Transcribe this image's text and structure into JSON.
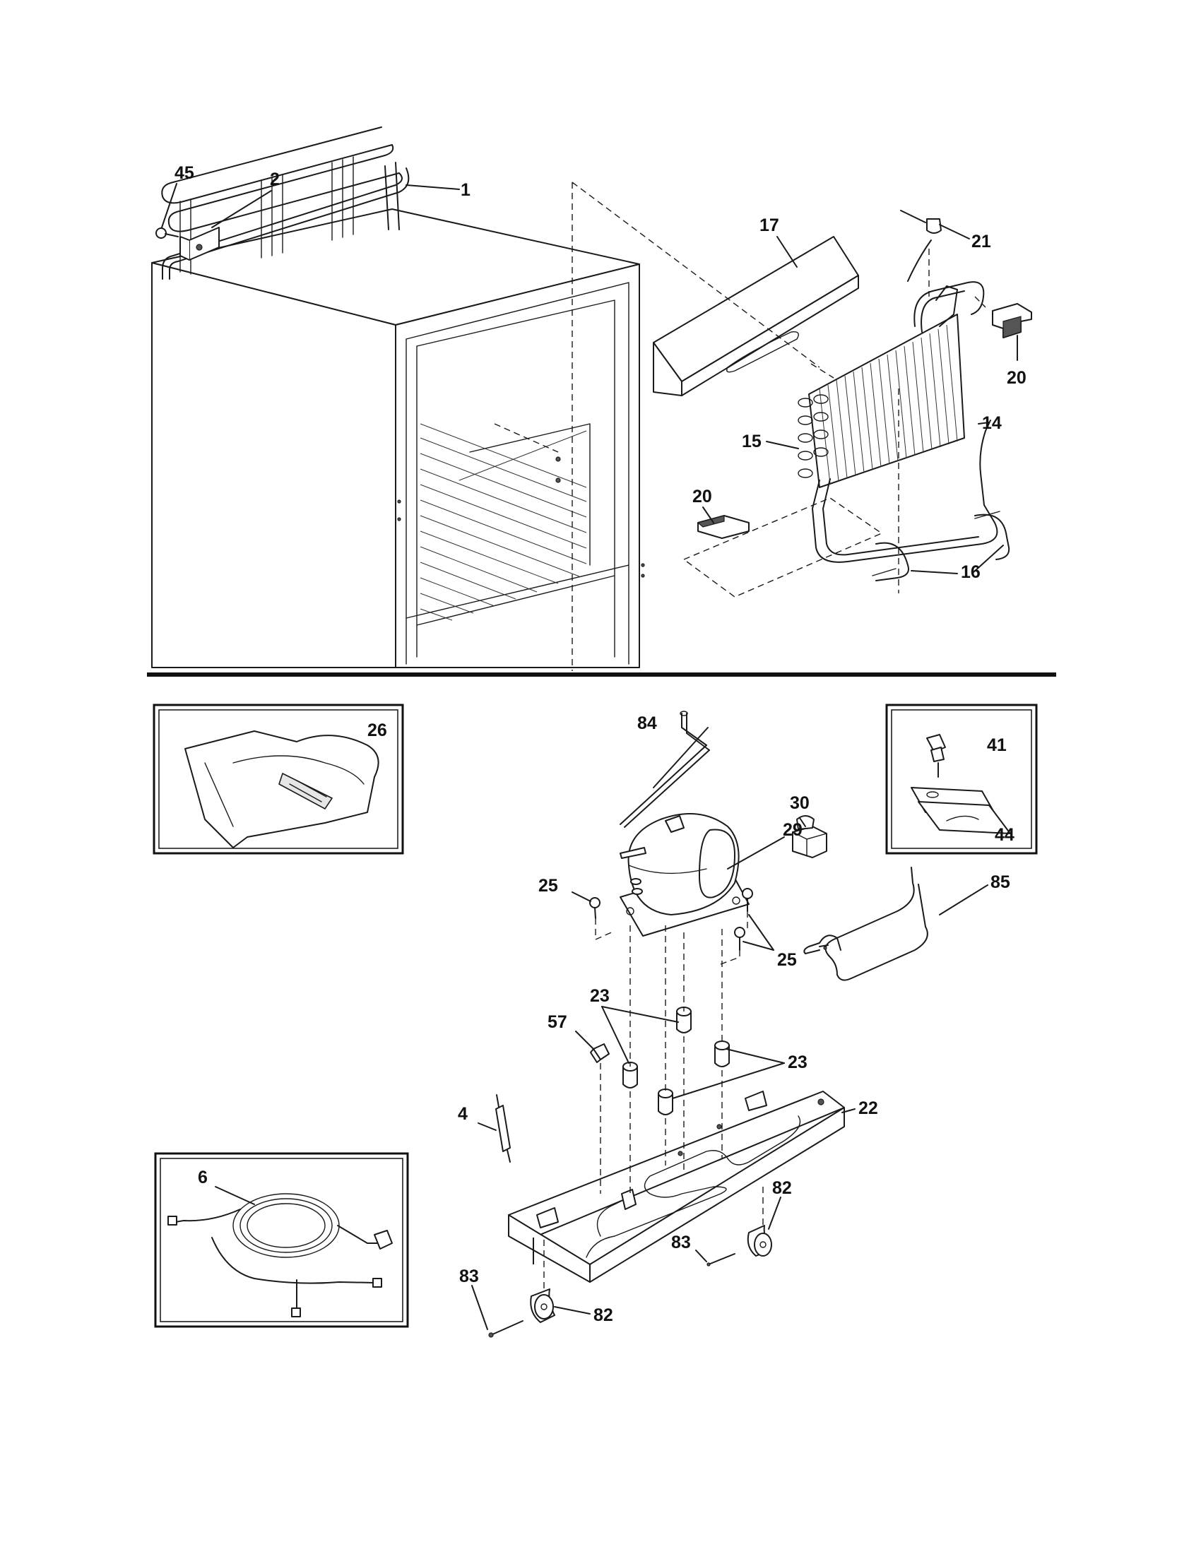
{
  "diagram": {
    "callouts": {
      "c45": "45",
      "c2": "2",
      "c1": "1",
      "c17": "17",
      "c21": "21",
      "c20a": "20",
      "c14": "14",
      "c15": "15",
      "c20b": "20",
      "c16": "16",
      "c26": "26",
      "c84": "84",
      "c41": "41",
      "c30": "30",
      "c29": "29",
      "c44": "44",
      "c25a": "25",
      "c85": "85",
      "c25b": "25",
      "c23a": "23",
      "c57": "57",
      "c23b": "23",
      "c4": "4",
      "c22": "22",
      "c6": "6",
      "c82a": "82",
      "c83a": "83",
      "c83b": "83",
      "c82b": "82"
    }
  }
}
